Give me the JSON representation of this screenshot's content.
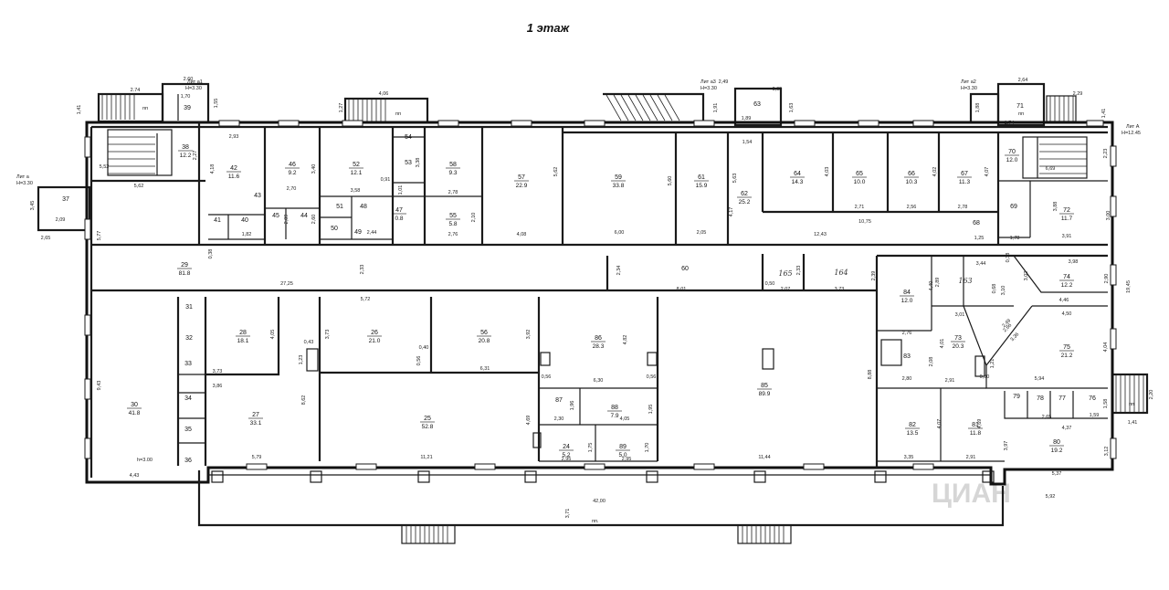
{
  "title": "1 этаж",
  "watermark": "ЦИАН",
  "wing_labels": {
    "left_top": "Лит а1",
    "left_top_h": "Н=3.30",
    "mid_top": "Лит а3",
    "mid_top_h": "Н=3.30",
    "right_top": "Лит а2",
    "right_top_h": "Н=3.30",
    "left_side": "Лит а",
    "left_side_h": "Н=3.30",
    "main": "Лит А",
    "main_h": "Н=12.45",
    "pp": "пп",
    "pp_front": "пп.",
    "h_left": "h=3.00"
  },
  "rooms": [
    {
      "n": "39",
      "a": ""
    },
    {
      "n": "38",
      "a": "12.2"
    },
    {
      "n": "37",
      "a": ""
    },
    {
      "n": "42",
      "a": "11.6"
    },
    {
      "n": "43",
      "a": ""
    },
    {
      "n": "41",
      "a": ""
    },
    {
      "n": "40",
      "a": ""
    },
    {
      "n": "46",
      "a": "9.2"
    },
    {
      "n": "45",
      "a": ""
    },
    {
      "n": "44",
      "a": ""
    },
    {
      "n": "52",
      "a": "12.1"
    },
    {
      "n": "51",
      "a": ""
    },
    {
      "n": "48",
      "a": ""
    },
    {
      "n": "50",
      "a": ""
    },
    {
      "n": "49",
      "a": ""
    },
    {
      "n": "54",
      "a": ""
    },
    {
      "n": "53",
      "a": ""
    },
    {
      "n": "47",
      "a": "0.8"
    },
    {
      "n": "58",
      "a": "9.3"
    },
    {
      "n": "55",
      "a": "5.8"
    },
    {
      "n": "57",
      "a": "22.9"
    },
    {
      "n": "59",
      "a": "33.8"
    },
    {
      "n": "61",
      "a": "15.9"
    },
    {
      "n": "62",
      "a": "25.2"
    },
    {
      "n": "63",
      "a": ""
    },
    {
      "n": "64",
      "a": "14.3"
    },
    {
      "n": "65",
      "a": "10.0"
    },
    {
      "n": "66",
      "a": "10.3"
    },
    {
      "n": "67",
      "a": "11.3"
    },
    {
      "n": "71",
      "a": ""
    },
    {
      "n": "70",
      "a": "12.0"
    },
    {
      "n": "69",
      "a": ""
    },
    {
      "n": "68",
      "a": ""
    },
    {
      "n": "72",
      "a": "11.7"
    },
    {
      "n": "29",
      "a": "81.8"
    },
    {
      "n": "60",
      "a": ""
    },
    {
      "n": "31",
      "a": ""
    },
    {
      "n": "32",
      "a": ""
    },
    {
      "n": "28",
      "a": "18.1"
    },
    {
      "n": "26",
      "a": "21.0"
    },
    {
      "n": "56",
      "a": "20.8"
    },
    {
      "n": "86",
      "a": "28.3"
    },
    {
      "n": "85",
      "a": "89.9"
    },
    {
      "n": "84",
      "a": "12.0"
    },
    {
      "n": "74",
      "a": "12.2"
    },
    {
      "n": "73",
      "a": "20.3"
    },
    {
      "n": "75",
      "a": "21.2"
    },
    {
      "n": "83",
      "a": ""
    },
    {
      "n": "30",
      "a": "41.8"
    },
    {
      "n": "33",
      "a": ""
    },
    {
      "n": "34",
      "a": ""
    },
    {
      "n": "35",
      "a": ""
    },
    {
      "n": "36",
      "a": ""
    },
    {
      "n": "27",
      "a": "33.1"
    },
    {
      "n": "25",
      "a": "52.8"
    },
    {
      "n": "87",
      "a": ""
    },
    {
      "n": "88",
      "a": "7.9"
    },
    {
      "n": "24",
      "a": "5.2"
    },
    {
      "n": "89",
      "a": "5.0"
    },
    {
      "n": "82",
      "a": "13.5"
    },
    {
      "n": "81",
      "a": "11.8"
    },
    {
      "n": "80",
      "a": "19.2"
    },
    {
      "n": "76",
      "a": ""
    },
    {
      "n": "77",
      "a": ""
    },
    {
      "n": "78",
      "a": ""
    },
    {
      "n": "79",
      "a": ""
    }
  ],
  "handwritten": {
    "a": "165",
    "b": "164",
    "c": "163"
  },
  "dimensions": {
    "d_2_74": "2.74",
    "d_2_60": "2.60",
    "d_1_70": "1,70",
    "d_1_41": "1,41",
    "d_1_55": "1,55",
    "d_4_06": "4,06",
    "d_1_27": "1,27",
    "d_2_49": "2,49",
    "d_0_95": "0,95",
    "d_1_91": "1,91",
    "d_1_89": "1,89",
    "d_1_54": "1,54",
    "d_1_63": "1,63",
    "d_2_64": "2,64",
    "d_2_29": "2,29",
    "d_1_88": "1,88",
    "d_1_74": "1,74",
    "d_1_41b": "1,41",
    "d_5_52": "5,52",
    "d_5_62": "5,62",
    "d_2_93": "2,93",
    "d_4_18": "4,18",
    "d_2_27": "2,27",
    "d_3_40": "3,40",
    "d_3_38": "3,38",
    "d_5_62b": "5,62",
    "d_5_60": "5,60",
    "d_5_63": "5,63",
    "d_4_17": "4,17",
    "d_4_03": "4,03",
    "d_4_02": "4,02",
    "d_4_07": "4,07",
    "d_2_23": "2,23",
    "d_2_70": "2,70",
    "d_3_58": "3,58",
    "d_2_78": "2,78",
    "d_3_88": "3,88",
    "d_2_71": "2,71",
    "d_2_56": "2,56",
    "d_2_78b": "2,78",
    "d_6_69": "6,69",
    "d_3_00": "3,00",
    "d_3_45": "3,45",
    "d_2_09": "2,09",
    "d_2_65": "2,65",
    "d_5_77": "5,77",
    "d_2_33": "2,33",
    "d_0_38": "0,38",
    "d_1_82": "1,82",
    "d_2_44": "2,44",
    "d_2_76": "2,76",
    "d_4_08": "4,08",
    "d_6_00": "6,00",
    "d_2_05": "2,05",
    "d_12_43": "12,43",
    "d_10_75": "10,75",
    "d_1_78": "1,78",
    "d_3_91": "3,91",
    "d_1_25": "1,25",
    "d_2_33b": "2,33",
    "d_2_34": "2,34",
    "d_0_50": "0,50",
    "d_2_07": "2,07",
    "d_3_73": "3,73",
    "d_2_39": "2,39",
    "d_8_01": "8,01",
    "d_27_25": "27,25",
    "d_5_72": "5,72",
    "d_3_98": "3,98",
    "d_3_44": "3,44",
    "d_19_45": "19,45",
    "d_2_90": "2,90",
    "d_4_46": "4,46",
    "d_4_50": "4,50",
    "d_4_05": "4,05",
    "d_3_73b": "3,73",
    "d_3_86": "3,86",
    "d_0_43": "0,43",
    "d_3_73c": "3,73",
    "d_0_40": "0,40",
    "d_0_56": "0,56",
    "d_3_92": "3,92",
    "d_6_31": "6,31",
    "d_4_82": "4,82",
    "d_6_30": "6,30",
    "d_0_56b": "0,56",
    "d_0_56c": "0,56",
    "d_8_88": "8,88",
    "d_2_76b": "2,76",
    "d_2_80": "2,80",
    "d_3_01": "3,01",
    "d_4_01": "4,01",
    "d_2_08": "2,08",
    "d_2_91": "2,91",
    "d_0_50b": "0,50",
    "d_1_21": "1,21",
    "d_5_94": "5,94",
    "d_4_04": "4,04",
    "d_2_49b": "2,49",
    "d_9_43": "9,43",
    "d_4_43": "4,43",
    "d_1_23": "1,23",
    "d_8_62": "8,62",
    "d_5_79": "5,79",
    "d_11_21": "11,21",
    "d_4_69": "4,69",
    "d_1_96": "1,96",
    "d_1_95": "1,95",
    "d_2_30": "2,30",
    "d_4_05b": "4,05",
    "d_1_75": "1,75",
    "d_1_70b": "1,70",
    "d_2_95": "2,95",
    "d_2_95b": "2,95",
    "d_11_44": "11,44",
    "d_4_07b": "4,07",
    "d_4_69b": "4,69",
    "d_3_35": "3,35",
    "d_2_91b": "2,91",
    "d_3_97": "3,97",
    "d_2_65b": "2,65",
    "d_1_59": "1,59",
    "d_4_37": "4,37",
    "d_3_12": "3,12",
    "d_5_37": "5,37",
    "d_1_58": "1,58",
    "d_2_20": "2,20",
    "d_1_41c": "1,41",
    "d_5_92": "5,92",
    "d_42_00": "42,00",
    "d_3_71": "3,71",
    "d_0_68": "0,68",
    "d_0_38b": "0,38",
    "d_3_10": "3,10",
    "d_3_02": "3,02",
    "d_2_89": "2,89",
    "d_4_40": "4,40",
    "d_1_01": "1,01",
    "d_2_09b": "2,09",
    "d_2_10": "2,10",
    "d_0_91": "0,91",
    "d_2_60b": "2,60",
    "d_2_66": "2,66",
    "d_3_36": "3,36"
  }
}
